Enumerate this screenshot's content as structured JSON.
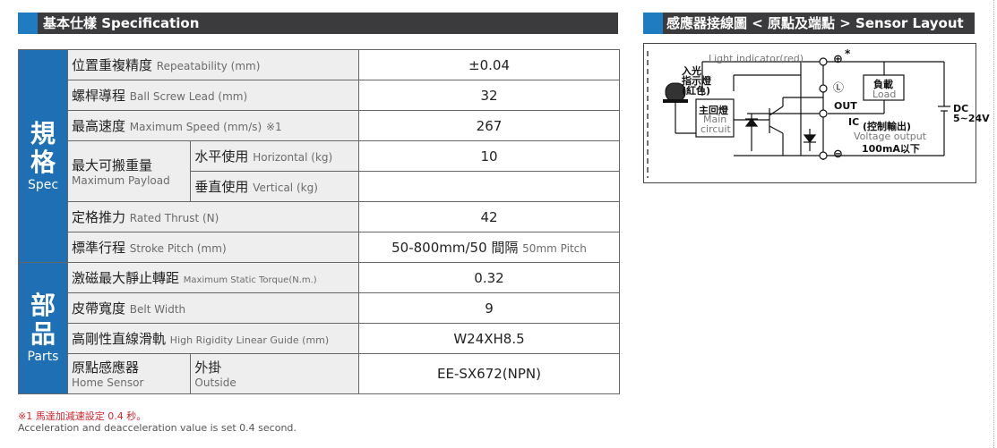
{
  "spec_header": "基本仕樣 Specification",
  "layout_header": "感應器接線圖 < 原點及端點 > Sensor Layout",
  "groups": {
    "spec": {
      "zh": "規格",
      "zh1": "規",
      "zh2": "格",
      "en": "Spec"
    },
    "parts": {
      "zh": "部品",
      "zh1": "部",
      "zh2": "品",
      "en": "Parts"
    }
  },
  "rows": {
    "repeatability": {
      "zh": "位置重複精度",
      "en": "Repeatability (mm)",
      "value": "±0.04"
    },
    "lead": {
      "zh": "螺桿導程",
      "en": "Ball Screw Lead (mm)",
      "value": "32"
    },
    "speed": {
      "zh": "最高速度",
      "en": "Maximum Speed (mm/s)",
      "note": "※1",
      "value": "267"
    },
    "payload": {
      "zh": "最大可搬重量",
      "en": "Maximum Payload",
      "horizontal": {
        "zh": "水平使用",
        "en": "Horizontal (kg)",
        "value": "10"
      },
      "vertical": {
        "zh": "垂直使用",
        "en": "Vertical (kg)",
        "value": ""
      }
    },
    "thrust": {
      "zh": "定格推力",
      "en": "Rated Thrust (N)",
      "value": "42"
    },
    "stroke": {
      "zh": "標準行程",
      "en": "Stroke Pitch (mm)",
      "value": "50-800mm/50 間隔",
      "value_small": "50mm Pitch"
    },
    "torque": {
      "zh": "激磁最大靜止轉距",
      "en": "Maximum Static Torque(N.m.)",
      "value": "0.32"
    },
    "belt": {
      "zh": "皮帶寬度",
      "en": "Belt Width",
      "value": "9"
    },
    "guide": {
      "zh": "高剛性直線滑軌",
      "en": "High Rigidity Linear Guide (mm)",
      "value": "W24XH8.5"
    },
    "sensor": {
      "zh": "原點感應器",
      "en": "Home Sensor",
      "mount_zh": "外掛",
      "mount_en": "Outside",
      "value": "EE-SX672(NPN)"
    }
  },
  "notes": {
    "zh": "※1 馬達加減速設定 0.4 秒。",
    "en": "Acceleration and deacceleration value is set 0.4 second."
  },
  "diagram": {
    "light_indicator": "Light indicator(red)",
    "indicator_zh1": "入光",
    "indicator_zh2": "指示燈",
    "indicator_zh3": "(紅色)",
    "plus": "⊕",
    "star": "*",
    "l_terminal": "Ⓛ",
    "minus": "⊖",
    "out": "OUT",
    "main_zh": "主回燈",
    "main_en1": "Main",
    "main_en2": "circuit",
    "ic": "IC",
    "control_out": "(控制輸出)",
    "voltage_output": "Voltage output",
    "current": "100mA以下",
    "load_zh": "負載",
    "load_en": "Load",
    "dc": "DC",
    "dc_range": "5~24V"
  }
}
